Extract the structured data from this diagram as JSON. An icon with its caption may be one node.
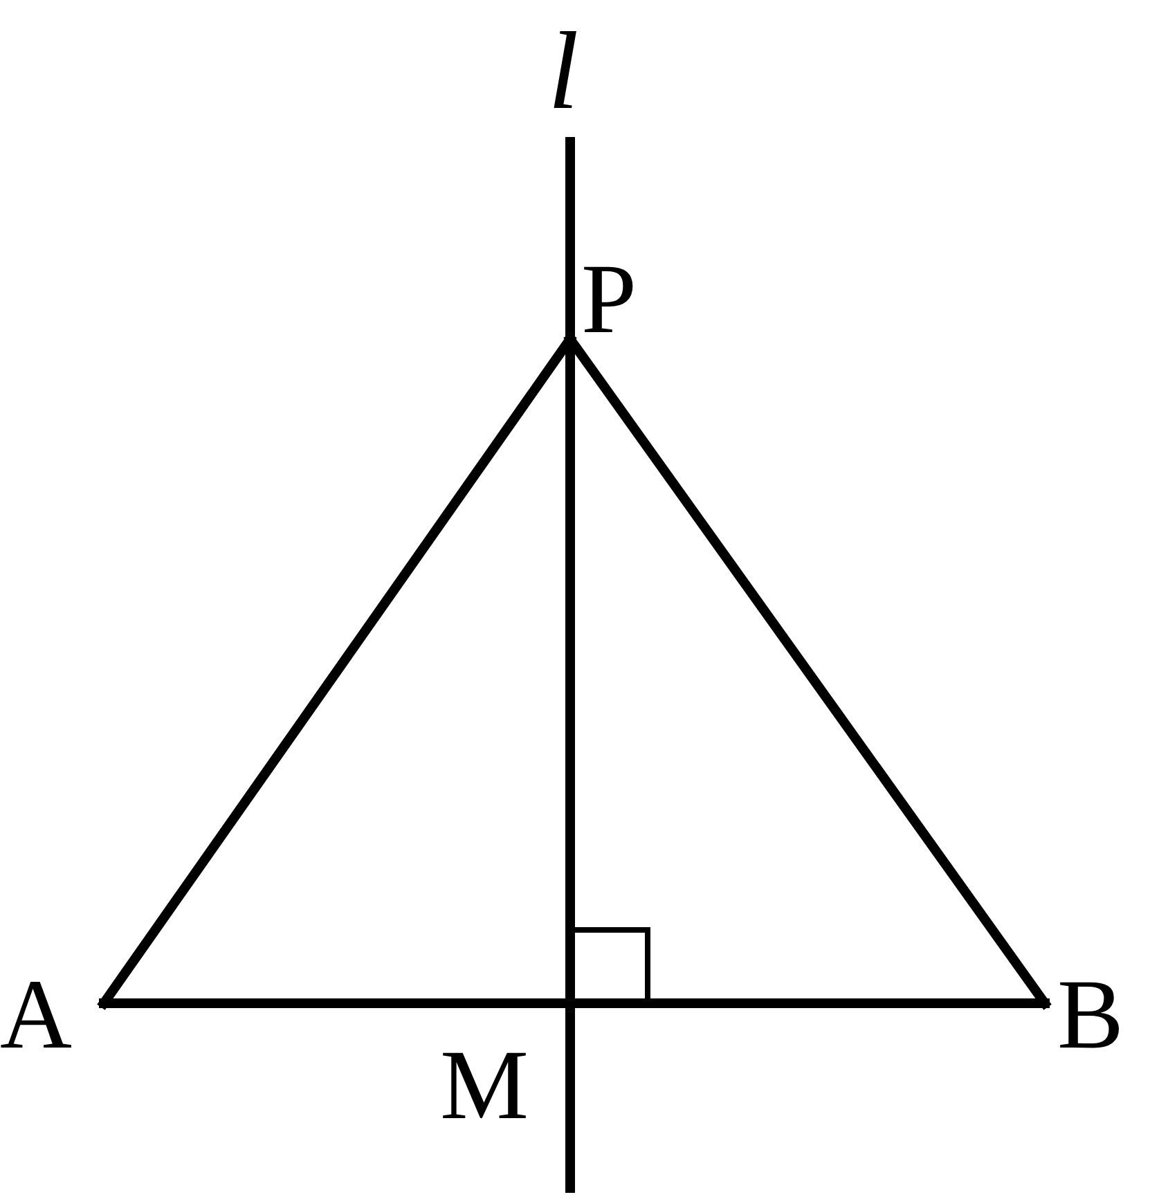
{
  "diagram": {
    "nodes": [
      {
        "text": [
          "P"
        ]
      },
      {
        "text": [
          "A"
        ]
      },
      {
        "text": [
          "M"
        ]
      },
      {
        "text": [
          "B"
        ]
      }
    ],
    "edges": [
      {
        "from": 1,
        "to": 0,
        "arrow": "none"
      },
      {
        "from": 0,
        "to": 3,
        "arrow": "none"
      },
      {
        "from": 1,
        "to": 3,
        "arrow": "none"
      },
      {
        "from": 0,
        "to": 2,
        "arrow": "none"
      }
    ],
    "labels": [
      "l"
    ]
  }
}
